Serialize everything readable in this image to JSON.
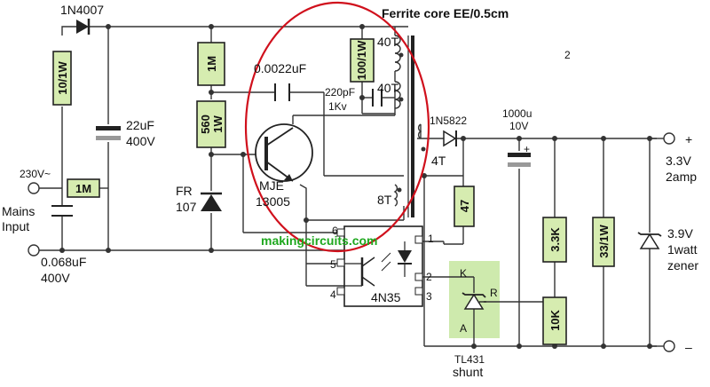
{
  "labels": {
    "d1": "1N4007",
    "core": "Ferrite core EE/0.5cm",
    "page_num": "2",
    "t40a": "40T",
    "t40b": "40T",
    "t4": "4T",
    "t8": "8T",
    "c_0022": "0.0022uF",
    "c_220p": "220pF",
    "c_1kv": "1Kv",
    "d_out": "1N5822",
    "c_out_val": "1000u",
    "c_out_v": "10V",
    "plus": "+",
    "minus": "–",
    "out_v": "3.3V",
    "out_a": "2amp",
    "z_v": "3.9V",
    "z_w": "1watt",
    "z_t": "zener",
    "c22": "22uF",
    "c22v": "400V",
    "ac_v": "230V~",
    "mains1": "Mains",
    "mains2": "Input",
    "c068": "0.068uF",
    "c068v": "400V",
    "fr1": "FR",
    "fr2": "107",
    "mje1": "MJE",
    "mje2": "13005",
    "opto": "4N35",
    "watermark": "makingcircuits.com",
    "k": "K",
    "r": "R",
    "a": "A",
    "tl1": "TL431",
    "tl2": "shunt",
    "pin1": "1",
    "pin2": "2",
    "pin3": "3",
    "pin4": "4",
    "pin5": "5",
    "pin6": "6"
  },
  "resistors": {
    "r10": "10/1W",
    "r1m_top": "1M",
    "r100": "100/1W",
    "r560a": "560",
    "r560b": "1W",
    "r1m_in": "1M",
    "r47": "47",
    "r33k": "3.3K",
    "r33": "33/1W",
    "r10k": "10K"
  },
  "colors": {
    "resistor_fill": "#d6ecb0",
    "highlight_circle": "#d0101c",
    "watermark": "#1fa81f",
    "shunt_box": "#c9e8a4"
  }
}
